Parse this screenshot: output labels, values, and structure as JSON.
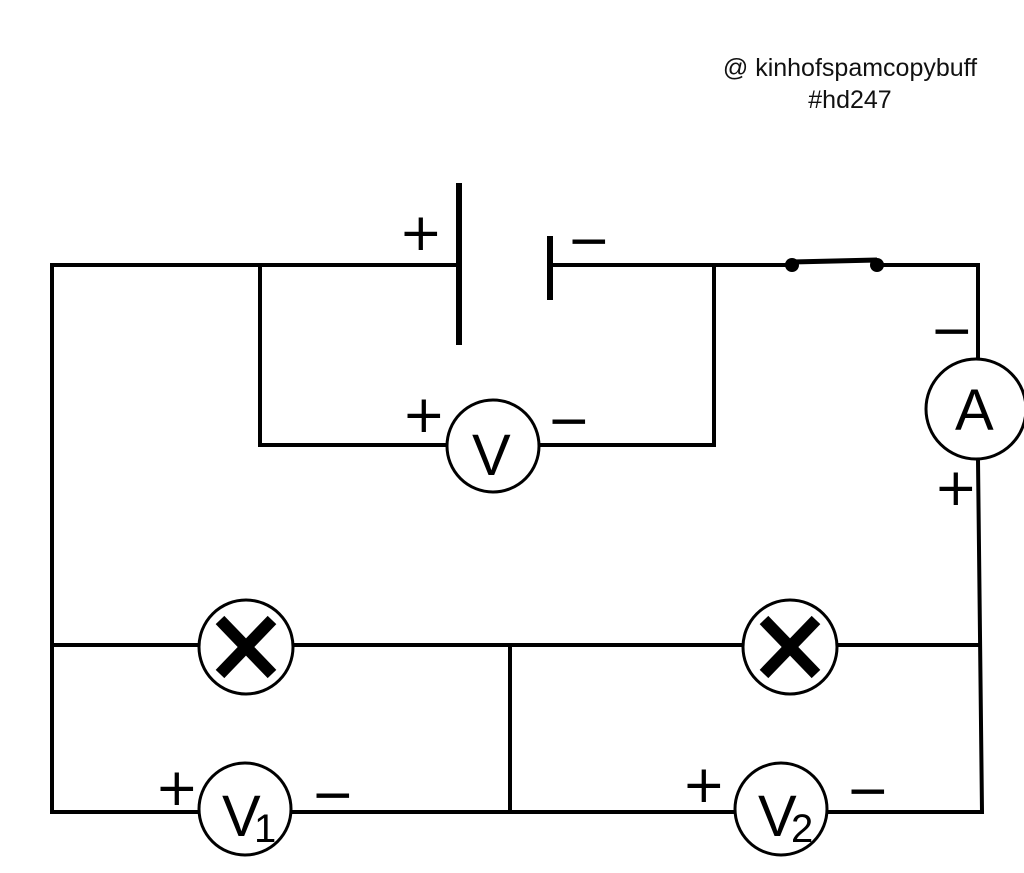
{
  "watermark": {
    "handle": "@ kinhofspamcopybuff",
    "tag": "#hd247"
  },
  "battery": {
    "plus": "+",
    "minus": "−"
  },
  "voltmeter_main": {
    "letter": "V",
    "plus": "+",
    "minus": "−"
  },
  "ammeter": {
    "letter": "A",
    "plus": "+",
    "minus": "−"
  },
  "voltmeter_1": {
    "letter": "V",
    "subscript": "1",
    "plus": "+",
    "minus": "−"
  },
  "voltmeter_2": {
    "letter": "V",
    "subscript": "2",
    "plus": "+",
    "minus": "−"
  },
  "components": {
    "lamps": 2,
    "switch": "closed"
  }
}
